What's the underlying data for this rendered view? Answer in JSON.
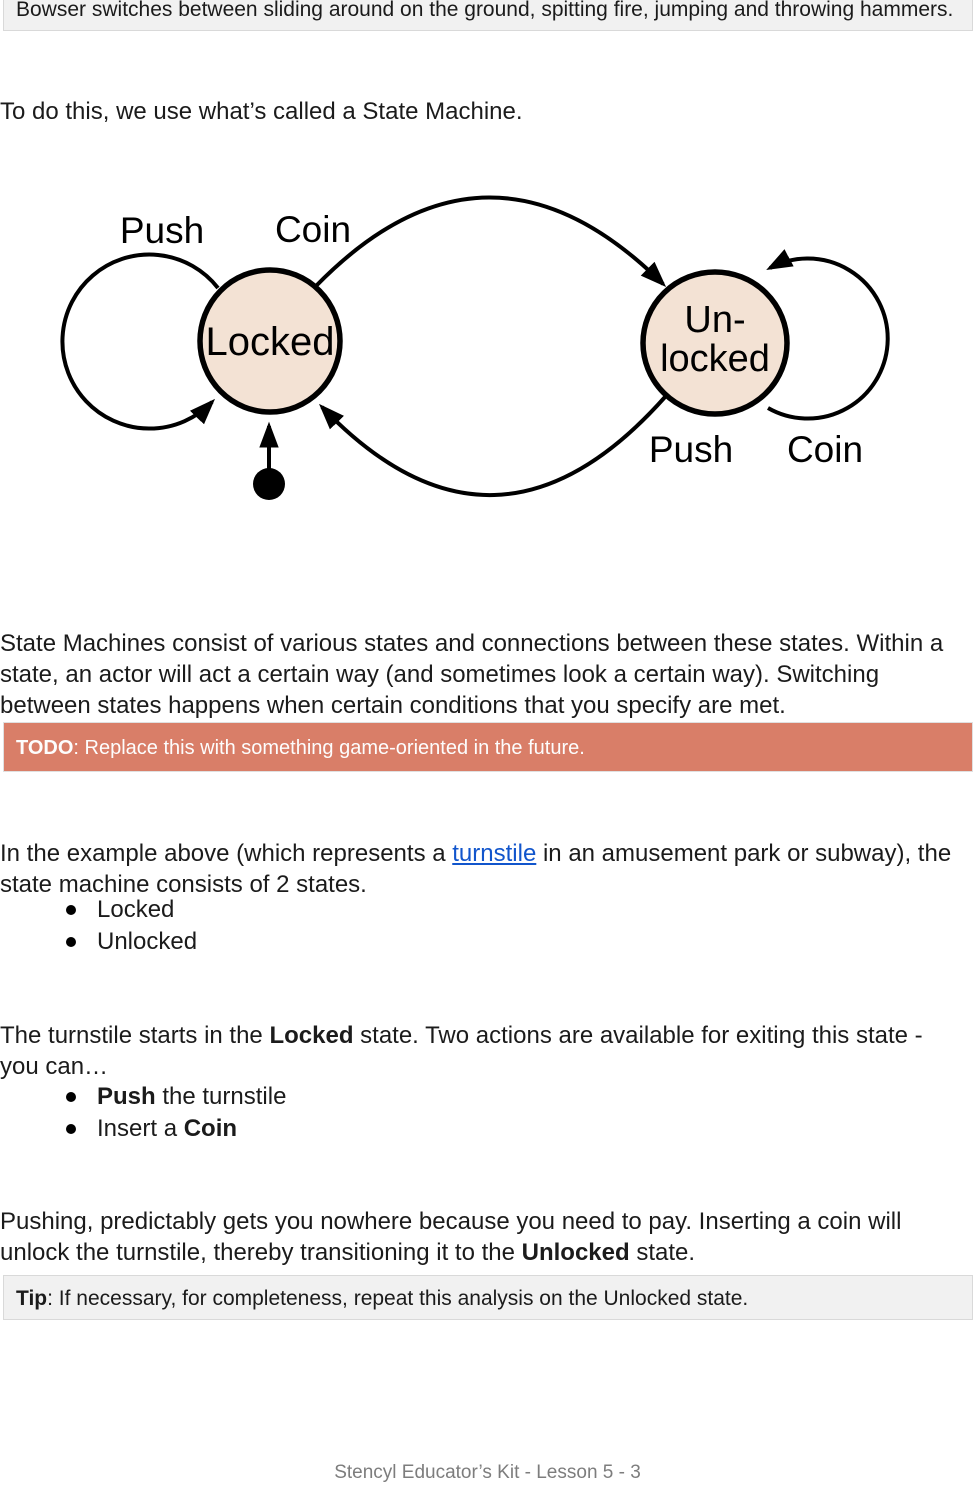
{
  "colors": {
    "todo_accent": "#d97e68",
    "callout_bg": "#f1f1f1",
    "callout_border": "#d9d9d9",
    "link": "#1155cc",
    "state_fill": "#f3e2d4",
    "footer_text": "#7d7d7d"
  },
  "quote_box": {
    "text": "Bowser switches between sliding around on the ground, spitting fire, jumping and throwing hammers."
  },
  "intro_paragraph": "To do this, we use what’s called a State Machine.",
  "diagram": {
    "states": {
      "locked": "Locked",
      "unlocked_line1": "Un-",
      "unlocked_line2": "locked"
    },
    "transitions": {
      "push_self": "Push",
      "coin_to_unlocked": "Coin",
      "push_to_locked": "Push",
      "coin_self": "Coin"
    }
  },
  "body": {
    "state_machines_paragraph": "State Machines consist of various states and connections between these states. Within a\nstate, an actor will act a certain way (and sometimes look a certain way). Switching\nbetween states happens when certain conditions that you specify are met.",
    "todo_box": {
      "label": "TODO",
      "text": ": Replace this with something game-oriented in the future."
    },
    "example_paragraph": {
      "pre": "In the example above (which represents a ",
      "link": "turnstile",
      "post": " in an amusement park or subway), the\nstate machine consists of 2 states."
    },
    "states_list": [
      "Locked",
      "Unlocked"
    ],
    "turnstile_paragraph": {
      "pre": "The turnstile starts in the ",
      "bold": "Locked",
      "post": " state. Two actions are available for exiting this state -\nyou can…"
    },
    "actions_list": [
      {
        "pre": "",
        "bold": "Push",
        "post": " the turnstile"
      },
      {
        "pre": "Insert a ",
        "bold": "Coin",
        "post": ""
      }
    ],
    "pushing_paragraph": {
      "pre": "Pushing, predictably gets you nowhere because you need to pay. Inserting a coin will\nunlock the turnstile, thereby transitioning it to the ",
      "bold": "Unlocked",
      "post": " state."
    },
    "tip_box": {
      "label": "Tip",
      "text": ": If necessary, for completeness, repeat this analysis on the Unlocked state."
    }
  },
  "footer": {
    "text": "Stencyl Educator’s Kit - Lesson 5 - 3"
  }
}
